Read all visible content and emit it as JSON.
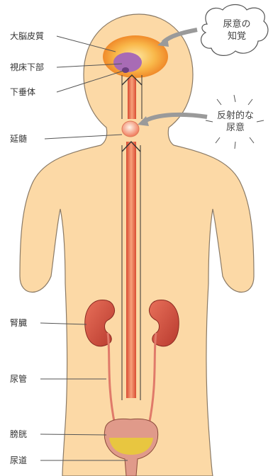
{
  "labels": {
    "cerebral_cortex": "大脳皮質",
    "hypothalamus": "視床下部",
    "pituitary": "下垂体",
    "medulla": "延髄",
    "kidney": "腎臓",
    "ureter": "尿管",
    "bladder": "膀胱",
    "urethra": "尿道"
  },
  "callouts": {
    "perception_line1": "尿意の",
    "perception_line2": "知覚",
    "reflex_line1": "反射的な",
    "reflex_line2": "尿意"
  },
  "colors": {
    "skin": "#fcd9a6",
    "outline": "#8a7a66",
    "cortex": "#f49a3a",
    "hypothalamus": "#a86bb5",
    "pathway": "#e05a3a",
    "kidney": "#c94a3a",
    "urine": "#e8c640"
  }
}
